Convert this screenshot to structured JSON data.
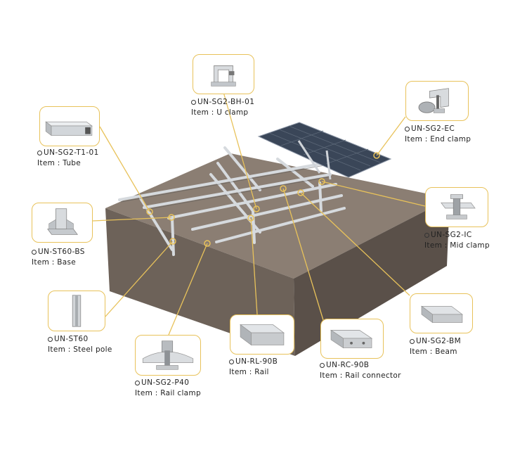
{
  "colors": {
    "callout": "#e8c25a",
    "ground": "#8b7e73",
    "panel": "#3a4658",
    "steel": "#d6dade"
  },
  "components": [
    {
      "id": "tube",
      "code": "UN-SG2-T1-01",
      "item": "Item : Tube",
      "icon": "tube-icon"
    },
    {
      "id": "u-clamp",
      "code": "UN-SG2-BH-01",
      "item": "Item : U clamp",
      "icon": "u-clamp-icon"
    },
    {
      "id": "end-clamp",
      "code": "UN-SG2-EC",
      "item": "Item : End clamp",
      "icon": "end-clamp-icon"
    },
    {
      "id": "base",
      "code": "UN-ST60-BS",
      "item": "Item : Base",
      "icon": "base-icon"
    },
    {
      "id": "mid-clamp",
      "code": "UN-SG2-IC",
      "item": "Item : Mid clamp",
      "icon": "mid-clamp-icon"
    },
    {
      "id": "steel-pole",
      "code": "UN-ST60",
      "item": "Item : Steel pole",
      "icon": "steel-pole-icon"
    },
    {
      "id": "beam",
      "code": "UN-SG2-BM",
      "item": "Item : Beam",
      "icon": "beam-icon"
    },
    {
      "id": "rail",
      "code": "UN-RL-90B",
      "item": "Item : Rail",
      "icon": "rail-icon"
    },
    {
      "id": "rail-connector",
      "code": "UN-RC-90B",
      "item": "Item : Rail connector",
      "icon": "rail-connector-icon"
    },
    {
      "id": "rail-clamp",
      "code": "UN-SG2-P40",
      "item": "Item : Rail clamp",
      "icon": "rail-clamp-icon"
    }
  ]
}
